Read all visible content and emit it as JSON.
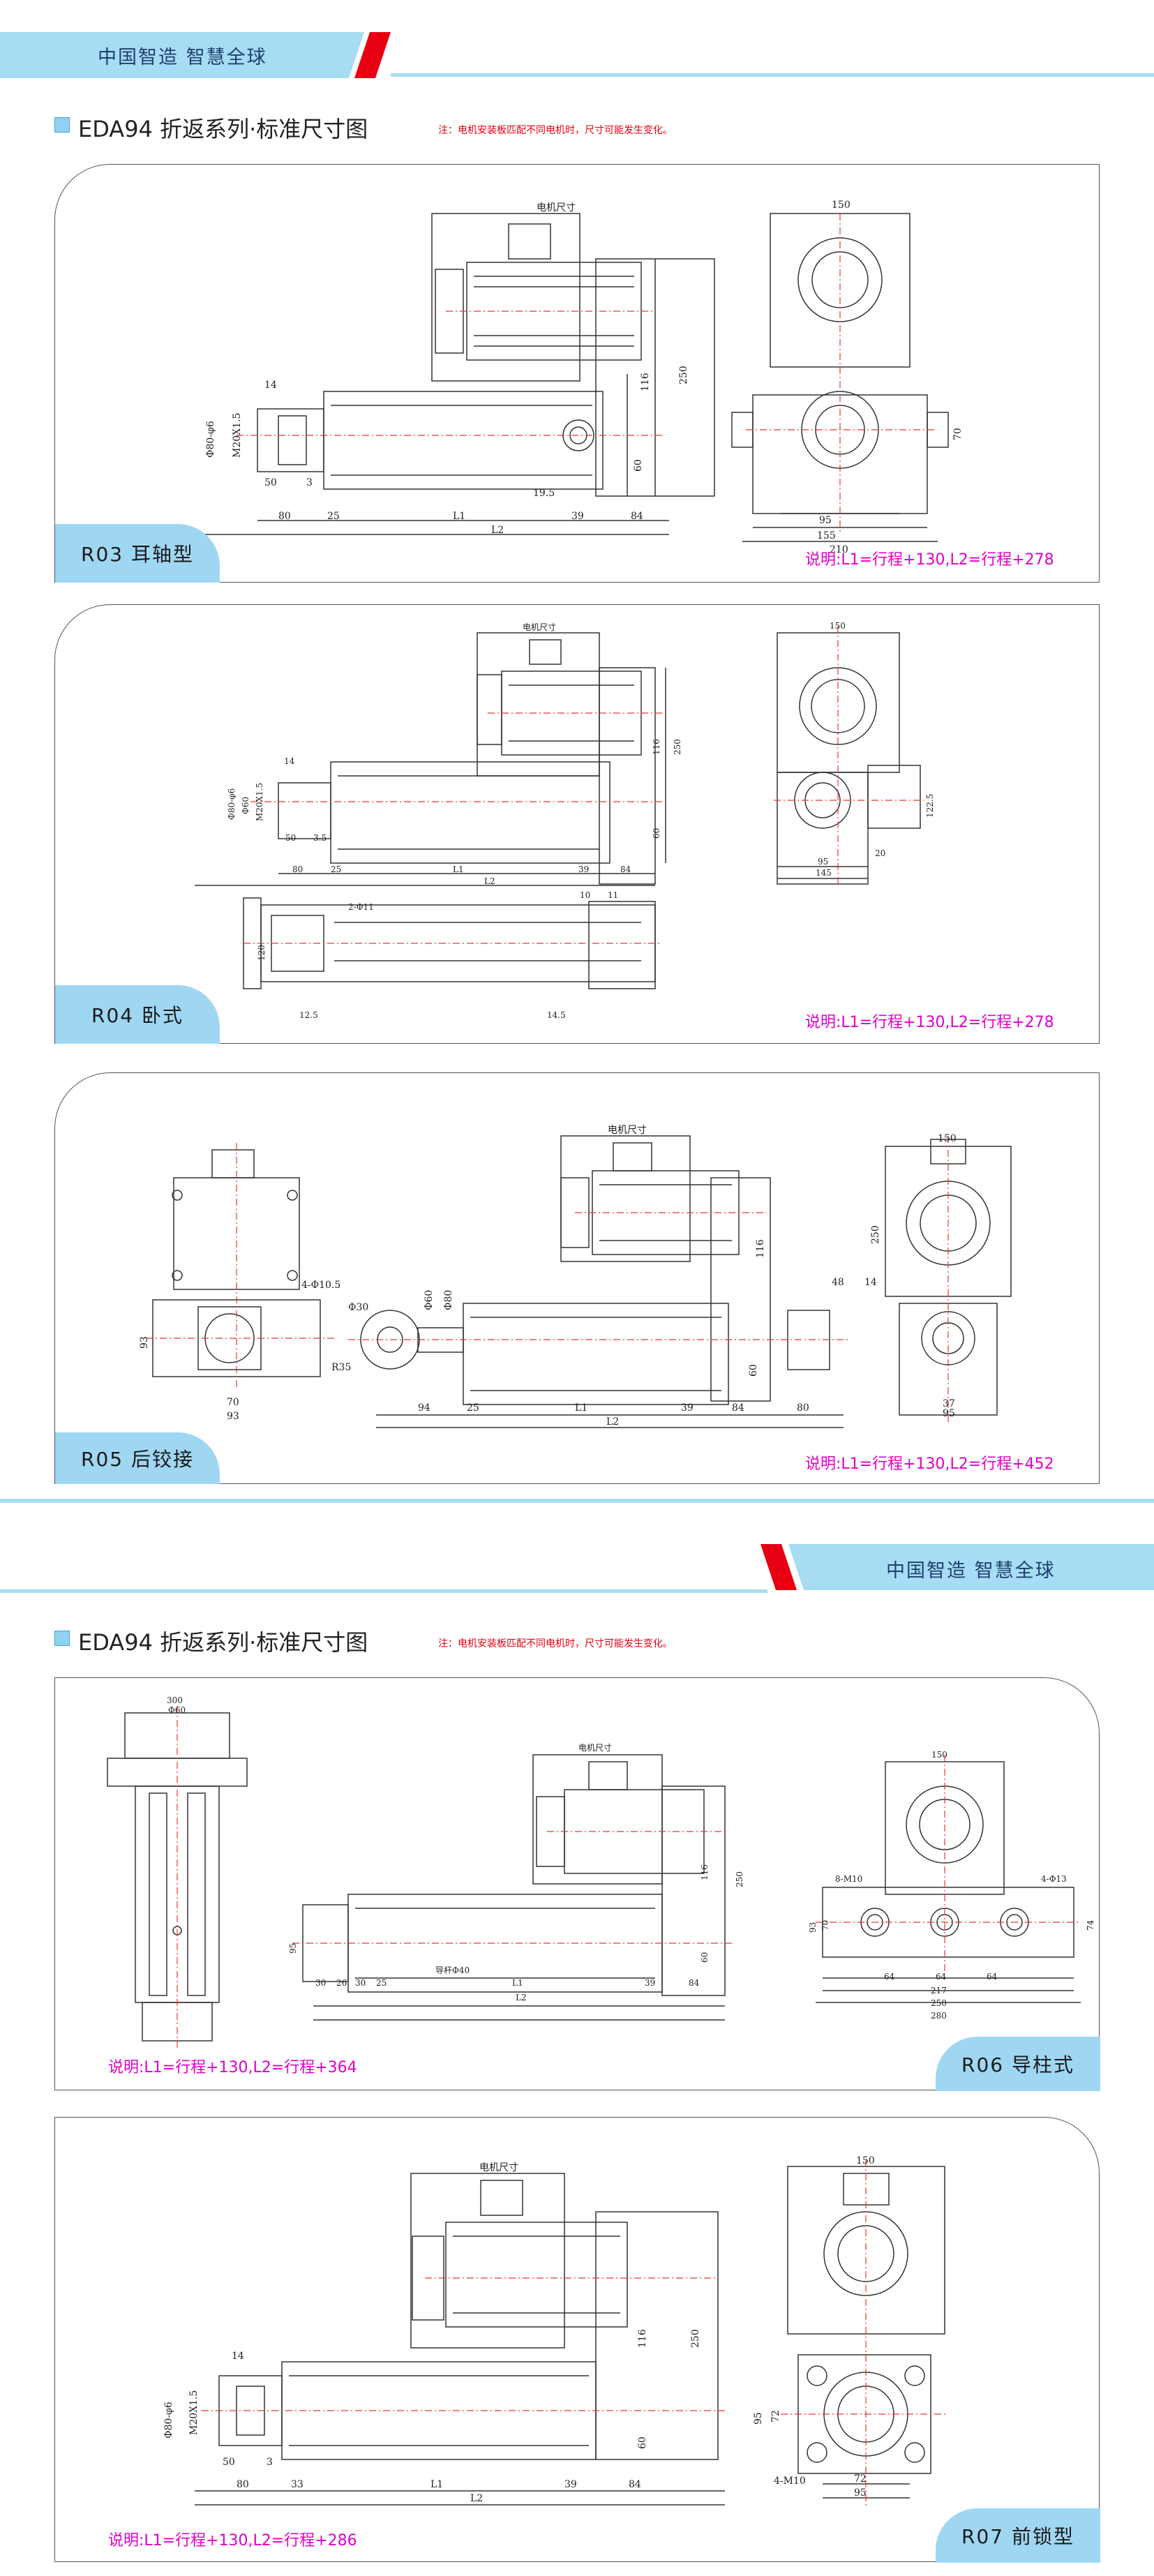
{
  "banner_text": "中国智造 智慧全球",
  "page1": {
    "title": "EDA94 折返系列·标准尺寸图",
    "note": "注：电机安装板匹配不同电机时，尺寸可能发生变化。",
    "cards": [
      {
        "label": "R03 耳轴型",
        "note": "说明:L1=行程+130,L2=行程+278",
        "dims": {
          "motor": "电机尺寸",
          "top_w": "150",
          "d1": "Φ80-φ6",
          "d2": "M20X1.5",
          "d3": "14",
          "a": "50",
          "b": "3",
          "c": "80",
          "e": "25",
          "L1": "L1",
          "L2": "L2",
          "f": "19.5",
          "g": "39",
          "h": "84",
          "v1": "116",
          "v2": "250",
          "v3": "60",
          "r1": "95",
          "r2": "155",
          "r3": "210",
          "r4": "70"
        }
      },
      {
        "label": "R04 卧式",
        "note": "说明:L1=行程+130,L2=行程+278",
        "dims": {
          "motor": "电机尺寸",
          "top_w": "150",
          "d1": "Φ80-φ6",
          "d2": "Φ60",
          "d3": "M20X1.5",
          "d4": "14",
          "a": "50",
          "b": "3.5",
          "c": "80",
          "e": "25",
          "L1": "L1",
          "L2": "L2",
          "g": "39",
          "h": "84",
          "v1": "116",
          "v2": "250",
          "v3": "60",
          "r1": "95",
          "r2": "145",
          "r3": "122.5",
          "r4": "20",
          "p1": "2-Φ11",
          "p2": "120",
          "p3": "12.5",
          "p4": "14.5",
          "p5": "10",
          "p6": "11"
        }
      },
      {
        "label": "R05 后铰接",
        "note": "说明:L1=行程+130,L2=行程+452",
        "dims": {
          "motor": "电机尺寸",
          "top_w": "150",
          "holes": "4-Φ10.5",
          "l70": "70",
          "l93": "93",
          "l93b": "93",
          "d30": "Φ30",
          "d80": "Φ80",
          "d60": "Φ60",
          "r35": "R35",
          "a": "94",
          "e": "25",
          "L1": "L1",
          "L2": "L2",
          "g": "39",
          "h": "84",
          "k": "80",
          "m1": "48",
          "m2": "14",
          "v1": "116",
          "v3": "60",
          "v4": "250",
          "s1": "37",
          "s2": "95"
        }
      }
    ]
  },
  "page2": {
    "title": "EDA94 折返系列·标准尺寸图",
    "note": "注：电机安装板匹配不同电机时，尺寸可能发生变化。",
    "cards": [
      {
        "label": "R06 导柱式",
        "note": "说明:L1=行程+130,L2=行程+364",
        "dims": {
          "motor": "电机尺寸",
          "top_w": "150",
          "t1": "300",
          "t2": "Φ60",
          "h95": "95",
          "guide": "导杆Φ40",
          "a": "30",
          "b": "26",
          "c": "30",
          "e": "25",
          "L1": "L1",
          "L2": "L2",
          "g": "39",
          "h": "84",
          "v1": "116",
          "v2": "250",
          "v3": "60",
          "m10": "8-M10",
          "m13": "4-Φ13",
          "w1": "64",
          "w2": "64",
          "w3": "64",
          "w4": "217",
          "w5": "250",
          "w6": "280",
          "hh1": "93",
          "hh2": "70",
          "hh3": "74"
        }
      },
      {
        "label": "R07 前锁型",
        "note": "说明:L1=行程+130,L2=行程+286",
        "dims": {
          "motor": "电机尺寸",
          "top_w": "150",
          "d1": "Φ80-φ6",
          "d2": "M20X1.5",
          "d3": "14",
          "a": "50",
          "b": "3",
          "c": "80",
          "e": "33",
          "L1": "L1",
          "L2": "L2",
          "g": "39",
          "h": "84",
          "v1": "116",
          "v2": "250",
          "v3": "60",
          "r1": "72",
          "r2": "95",
          "r3": "95",
          "r4": "72",
          "m10": "4-M10"
        }
      }
    ]
  },
  "colors": {
    "accent": "#9fd7f3",
    "red": "#e60012",
    "note": "#e000c8",
    "dim_line": "#e53935"
  }
}
